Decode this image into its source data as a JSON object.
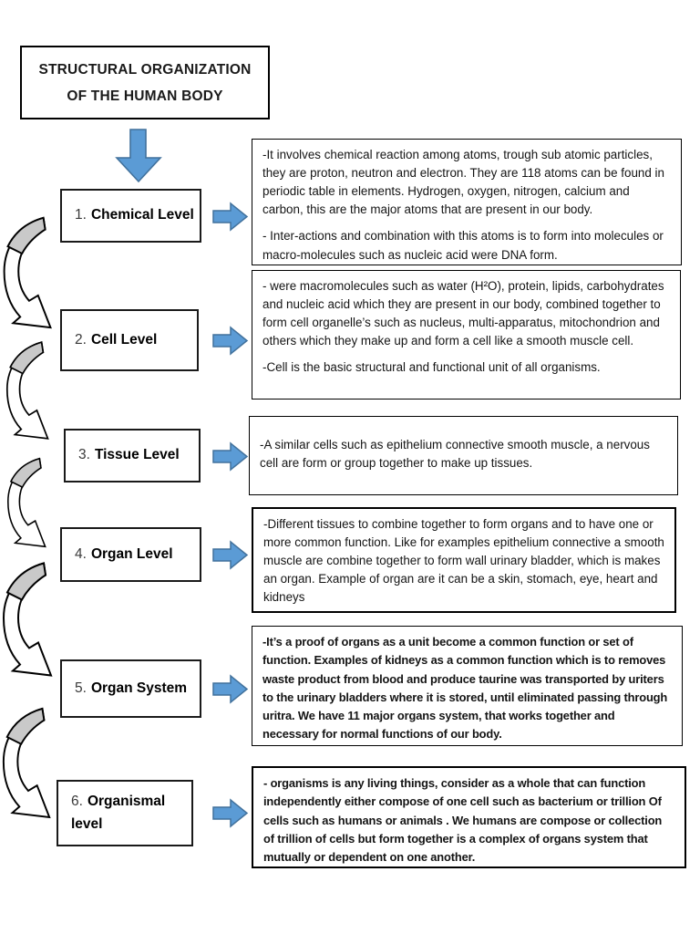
{
  "title": "STRUCTURAL ORGANIZATION OF THE HUMAN BODY",
  "colors": {
    "block_arrow_fill": "#5B9BD5",
    "block_arrow_border": "#41719C",
    "curved_arrow_fill": "#ffffff",
    "curved_arrow_shade": "#c9c9c9",
    "outline": "#000000"
  },
  "icons": {
    "down_arrow": "down-arrow-icon",
    "right_arrow": "right-arrow-icon",
    "curved_arrow": "curved-flow-arrow-icon"
  },
  "levels": [
    {
      "num": "1.",
      "name": "Chemical Level",
      "paragraphs": [
        "-It involves chemical reaction among atoms, trough sub atomic particles, they are proton, neutron and electron. They are 118 atoms can be found in periodic table in elements. Hydrogen, oxygen, nitrogen, calcium and carbon, this are the major atoms that are present in our body.",
        "- Inter-actions and combination with this atoms is to form into molecules or macro-molecules such as nucleic acid were DNA form."
      ]
    },
    {
      "num": "2.",
      "name": "Cell Level",
      "paragraphs": [
        "- were macromolecules such as water (H²O), protein, lipids, carbohydrates and nucleic acid which they are present in our body, combined together to form cell organelle’s such as nucleus, multi-apparatus, mitochondrion and others which they make up and form a cell like a smooth muscle cell.",
        "-Cell is the basic structural and functional unit of all organisms."
      ]
    },
    {
      "num": "3.",
      "name": "Tissue Level",
      "paragraphs": [
        "-A similar cells such as epithelium connective smooth muscle, a nervous cell are form or group together to make up tissues."
      ]
    },
    {
      "num": "4.",
      "name": "Organ Level",
      "paragraphs": [
        "-Different tissues to combine together to form organs and to have one or more common function. Like for examples epithelium connective a smooth muscle are combine together to form wall urinary bladder, which is makes an organ. Example of organ are it can be a skin, stomach, eye, heart and kidneys"
      ]
    },
    {
      "num": "5.",
      "name": "Organ System",
      "paragraphs": [
        "-It’s a proof of organs as a unit become a common function or set of function. Examples of kidneys as a common function which is to removes waste product from blood and produce taurine was transported by uriters to the urinary bladders where it is stored, until eliminated passing through uritra. We have 11 major organs system, that works together and necessary for normal functions of our body."
      ]
    },
    {
      "num": "6.",
      "name": "Organismal level",
      "paragraphs": [
        "- organisms is any living things, consider as a whole that can function independently either compose of one cell such as bacterium or trillion Of cells such as humans or animals . We humans are compose or collection of trillion of cells but form together is a complex of organs system that mutually or dependent on one another."
      ]
    }
  ]
}
